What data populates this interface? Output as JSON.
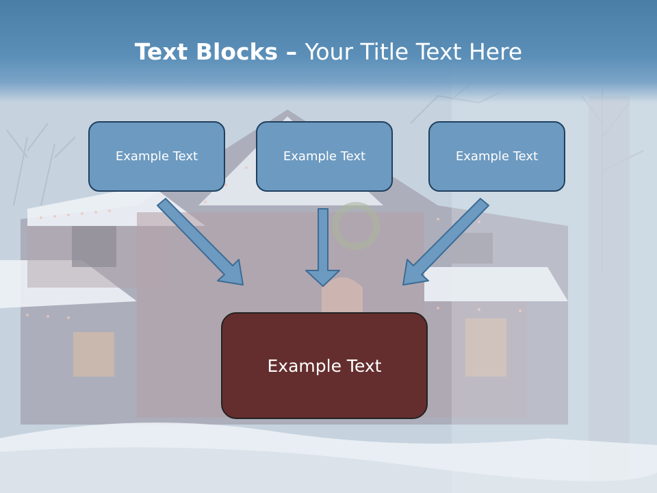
{
  "slide": {
    "title_bold": "Text Blocks",
    "title_sep": " – ",
    "title_rest": "Your Title Text Here"
  },
  "boxes": {
    "left": "Example Text",
    "center": "Example Text",
    "right": "Example Text",
    "main": "Example Text"
  },
  "colors": {
    "header": "#5b8fb8",
    "small_box_fill": "#6d9ac0",
    "small_box_border": "#1f3f5e",
    "main_box_fill": "#652e2e",
    "arrow_fill": "#6d9ac0"
  }
}
